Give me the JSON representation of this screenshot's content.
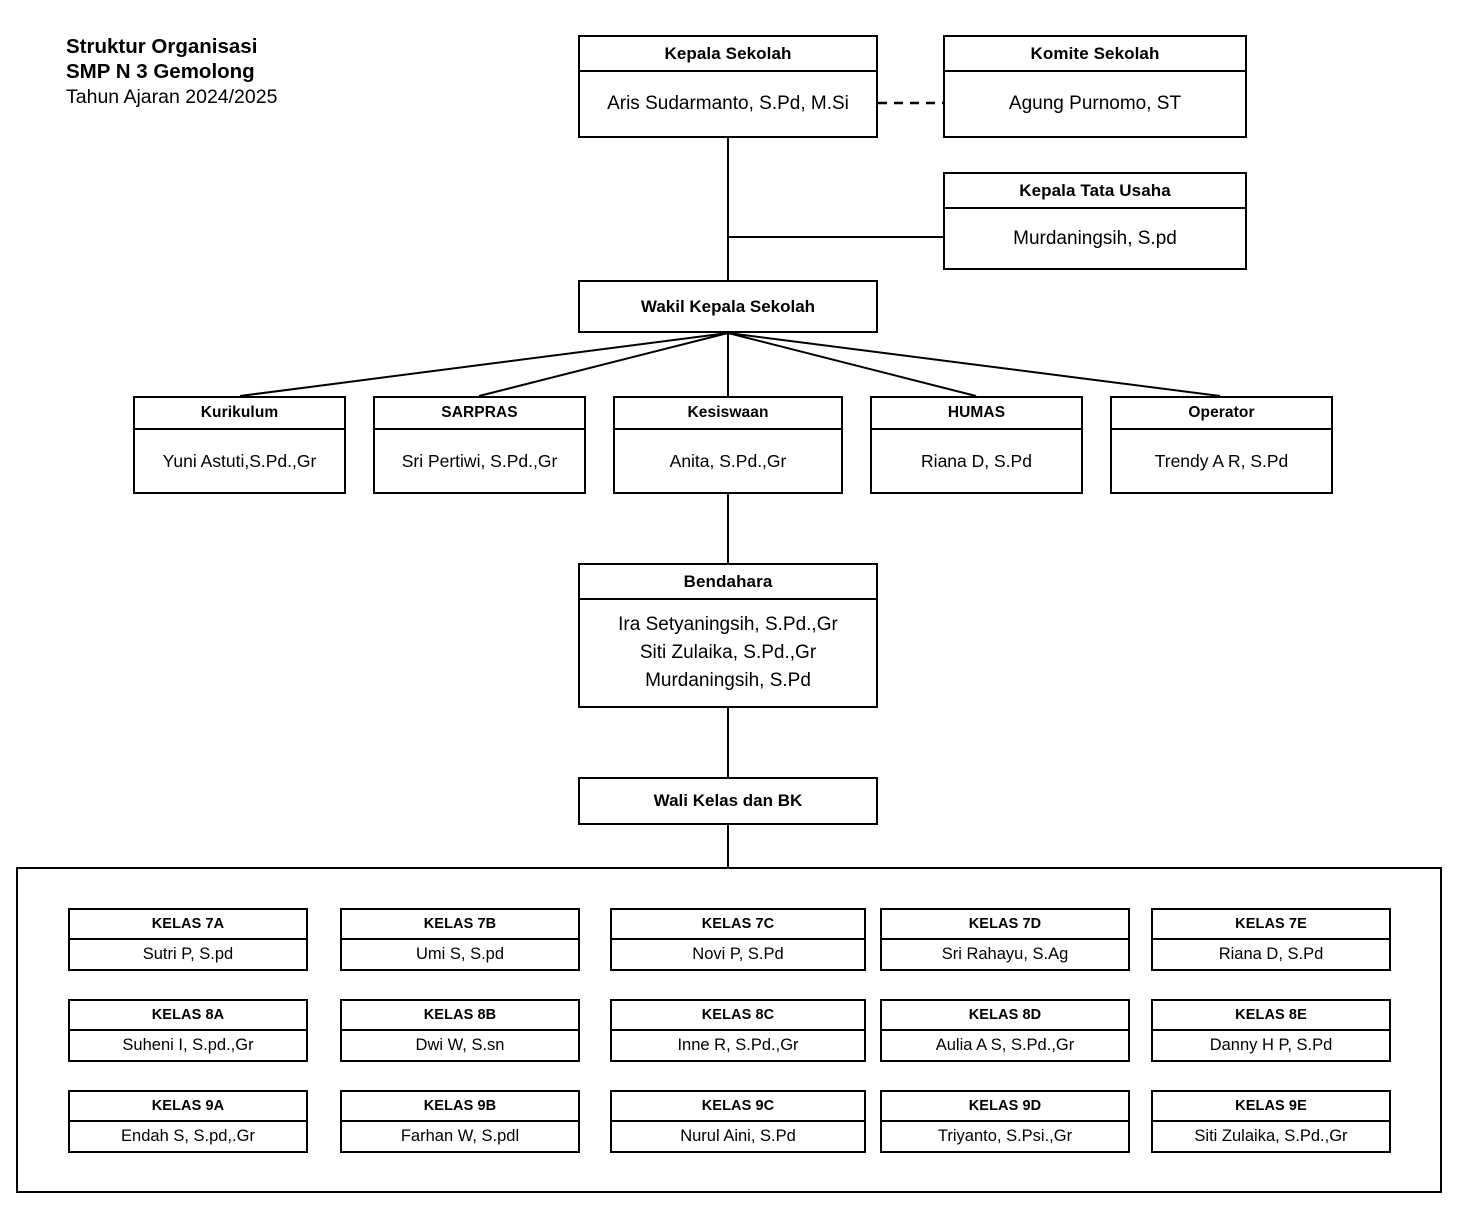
{
  "title": {
    "line1": "Struktur Organisasi",
    "line2": "SMP N 3 Gemolong",
    "line3": "Tahun Ajaran 2024/2025"
  },
  "nodes": {
    "kepala_sekolah": {
      "role": "Kepala Sekolah",
      "name": "Aris Sudarmanto, S.Pd, M.Si"
    },
    "komite_sekolah": {
      "role": "Komite Sekolah",
      "name": "Agung Purnomo, ST"
    },
    "kepala_tata_usaha": {
      "role": "Kepala Tata Usaha",
      "name": "Murdaningsih, S.pd"
    },
    "wakil_kepala": {
      "role": "Wakil Kepala Sekolah"
    },
    "kurikulum": {
      "role": "Kurikulum",
      "name": "Yuni Astuti,S.Pd.,Gr"
    },
    "sarpras": {
      "role": "SARPRAS",
      "name": "Sri Pertiwi, S.Pd.,Gr"
    },
    "kesiswaan": {
      "role": "Kesiswaan",
      "name": "Anita, S.Pd.,Gr"
    },
    "humas": {
      "role": "HUMAS",
      "name": "Riana D, S.Pd"
    },
    "operator": {
      "role": "Operator",
      "name": "Trendy A R, S.Pd"
    },
    "bendahara": {
      "role": "Bendahara",
      "names": [
        "Ira Setyaningsih, S.Pd.,Gr",
        "Siti Zulaika, S.Pd.,Gr",
        "Murdaningsih, S.Pd"
      ]
    },
    "wali_kelas_bk": {
      "role": "Wali Kelas dan BK"
    }
  },
  "classes": [
    {
      "role": "KELAS 7A",
      "name": "Sutri P, S.pd"
    },
    {
      "role": "KELAS 7B",
      "name": "Umi S, S.pd"
    },
    {
      "role": "KELAS 7C",
      "name": "Novi P, S.Pd"
    },
    {
      "role": "KELAS 7D",
      "name": "Sri Rahayu, S.Ag"
    },
    {
      "role": "KELAS 7E",
      "name": "Riana D, S.Pd"
    },
    {
      "role": "KELAS 8A",
      "name": "Suheni I, S.pd.,Gr"
    },
    {
      "role": "KELAS 8B",
      "name": "Dwi W, S.sn"
    },
    {
      "role": "KELAS 8C",
      "name": "Inne R, S.Pd.,Gr"
    },
    {
      "role": "KELAS 8D",
      "name": "Aulia A S, S.Pd.,Gr"
    },
    {
      "role": "KELAS 8E",
      "name": "Danny H P, S.Pd"
    },
    {
      "role": "KELAS 9A",
      "name": "Endah S, S.pd,.Gr"
    },
    {
      "role": "KELAS 9B",
      "name": "Farhan W, S.pdl"
    },
    {
      "role": "KELAS 9C",
      "name": "Nurul Aini, S.Pd"
    },
    {
      "role": "KELAS 9D",
      "name": "Triyanto, S.Psi.,Gr"
    },
    {
      "role": "KELAS 9E",
      "name": "Siti Zulaika, S.Pd.,Gr"
    }
  ],
  "colors": {
    "background": "#ffffff",
    "border": "#000000",
    "text": "#000000",
    "connector": "#000000"
  },
  "chart_data": {
    "type": "diagram",
    "diagram_kind": "organization-chart",
    "title": "Struktur Organisasi SMP N 3 Gemolong Tahun Ajaran 2024/2025",
    "levels": [
      [
        "Kepala Sekolah",
        "Komite Sekolah",
        "Kepala Tata Usaha"
      ],
      [
        "Wakil Kepala Sekolah"
      ],
      [
        "Kurikulum",
        "SARPRAS",
        "Kesiswaan",
        "HUMAS",
        "Operator"
      ],
      [
        "Bendahara"
      ],
      [
        "Wali Kelas dan BK"
      ],
      [
        "KELAS 7A",
        "KELAS 7B",
        "KELAS 7C",
        "KELAS 7D",
        "KELAS 7E",
        "KELAS 8A",
        "KELAS 8B",
        "KELAS 8C",
        "KELAS 8D",
        "KELAS 8E",
        "KELAS 9A",
        "KELAS 9B",
        "KELAS 9C",
        "KELAS 9D",
        "KELAS 9E"
      ]
    ],
    "edges": [
      {
        "from": "Kepala Sekolah",
        "to": "Komite Sekolah",
        "style": "dashed"
      },
      {
        "from": "Kepala Sekolah",
        "to": "Kepala Tata Usaha",
        "style": "solid"
      },
      {
        "from": "Kepala Sekolah",
        "to": "Wakil Kepala Sekolah",
        "style": "solid"
      },
      {
        "from": "Wakil Kepala Sekolah",
        "to": "Kurikulum",
        "style": "solid"
      },
      {
        "from": "Wakil Kepala Sekolah",
        "to": "SARPRAS",
        "style": "solid"
      },
      {
        "from": "Wakil Kepala Sekolah",
        "to": "Kesiswaan",
        "style": "solid"
      },
      {
        "from": "Wakil Kepala Sekolah",
        "to": "HUMAS",
        "style": "solid"
      },
      {
        "from": "Wakil Kepala Sekolah",
        "to": "Operator",
        "style": "solid"
      },
      {
        "from": "Kesiswaan",
        "to": "Bendahara",
        "style": "solid"
      },
      {
        "from": "Bendahara",
        "to": "Wali Kelas dan BK",
        "style": "solid"
      },
      {
        "from": "Wali Kelas dan BK",
        "to": "KELAS-group",
        "style": "solid"
      }
    ]
  }
}
